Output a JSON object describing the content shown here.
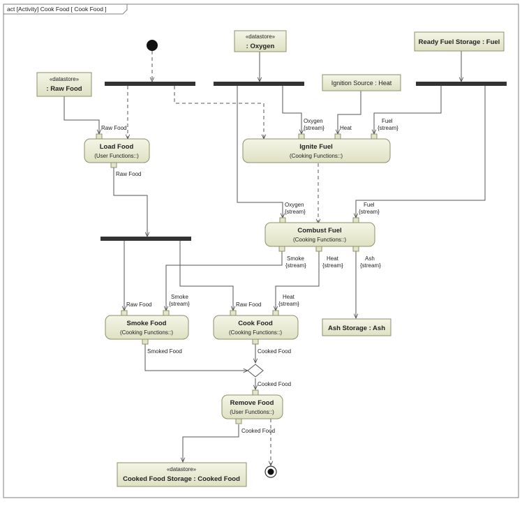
{
  "frame": {
    "header": "act [Activity] Cook Food [ Cook Food ]"
  },
  "datastores": {
    "raw_food": {
      "stereotype": "«datastore»",
      "name": ": Raw Food"
    },
    "oxygen": {
      "stereotype": "«datastore»",
      "name": ": Oxygen"
    },
    "cooked_food_storage": {
      "stereotype": "«datastore»",
      "name": "Cooked Food Storage : Cooked Food"
    }
  },
  "objects": {
    "ready_fuel": "Ready Fuel Storage : Fuel",
    "ignition": "Ignition Source : Heat",
    "ash_storage": "Ash Storage : Ash"
  },
  "actions": {
    "load_food": {
      "name": "Load Food",
      "owner": "(User Functions::)"
    },
    "ignite_fuel": {
      "name": "Ignite Fuel",
      "owner": "(Cooking Functions::)"
    },
    "combust_fuel": {
      "name": "Combust Fuel",
      "owner": "(Cooking Functions::)"
    },
    "smoke_food": {
      "name": "Smoke Food",
      "owner": "(Cooking Functions::)"
    },
    "cook_food": {
      "name": "Cook Food",
      "owner": "(Cooking Functions::)"
    },
    "remove_food": {
      "name": "Remove Food",
      "owner": "(User Functions::)"
    }
  },
  "pins": {
    "load_in": "Raw Food",
    "load_out": "Raw Food",
    "ignite_oxygen": "Oxygen",
    "ignite_oxygen_stream": "{stream}",
    "ignite_heat": "Heat",
    "ignite_fuel": "Fuel",
    "ignite_fuel_stream": "{stream}",
    "combust_oxygen": "Oxygen",
    "combust_oxygen_stream": "{stream}",
    "combust_fuel": "Fuel",
    "combust_fuel_stream": "{stream}",
    "combust_smoke": "Smoke",
    "combust_smoke_stream": "{stream}",
    "combust_heat": "Heat",
    "combust_heat_stream": "{stream}",
    "combust_ash": "Ash",
    "combust_ash_stream": "{stream}",
    "smoke_rawfood": "Raw Food",
    "smoke_smoke": "Smoke",
    "smoke_smoke_stream": "{stream}",
    "cook_rawfood": "Raw Food",
    "cook_heat": "Heat",
    "cook_heat_stream": "{stream}",
    "smoke_out": "Smoked Food",
    "cook_out": "Cooked Food",
    "remove_in": "Cooked Food",
    "remove_out": "Cooked Food"
  }
}
